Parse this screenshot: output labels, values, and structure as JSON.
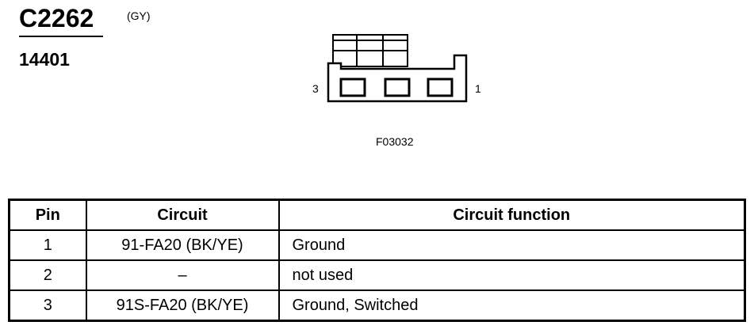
{
  "connector": {
    "id": "C2262",
    "color_code": "(GY)",
    "part_number": "14401"
  },
  "diagram": {
    "pin_left_label": "3",
    "pin_right_label": "1",
    "figure_id": "F03032",
    "pin_count": 3
  },
  "table": {
    "headers": {
      "pin": "Pin",
      "circuit": "Circuit",
      "function": "Circuit function"
    },
    "rows": [
      {
        "pin": "1",
        "circuit": "91-FA20 (BK/YE)",
        "function": "Ground"
      },
      {
        "pin": "2",
        "circuit": "–",
        "function": "not used"
      },
      {
        "pin": "3",
        "circuit": "91S-FA20 (BK/YE)",
        "function": "Ground, Switched"
      }
    ]
  }
}
